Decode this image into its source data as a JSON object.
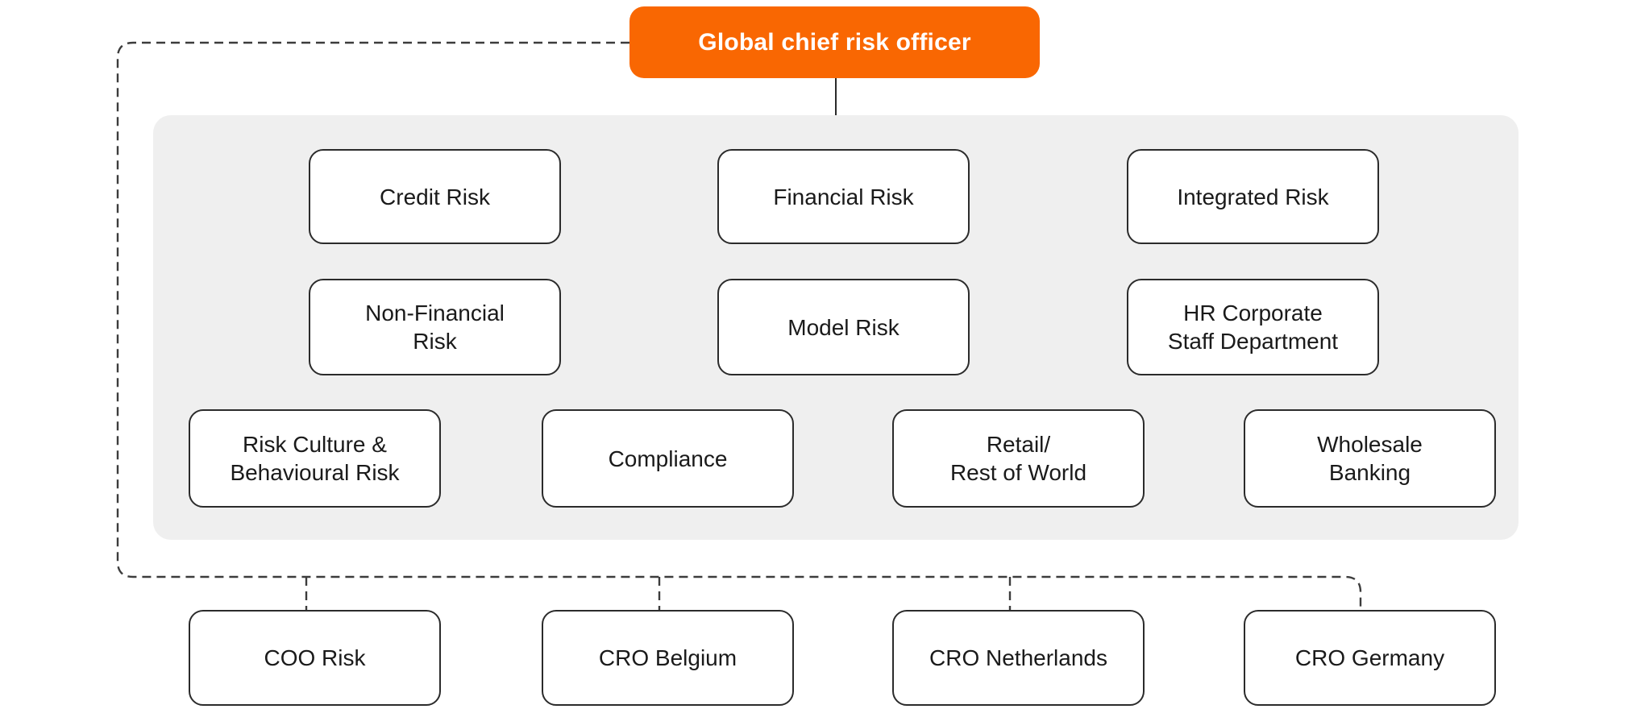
{
  "root": {
    "label": "Global chief risk officer"
  },
  "grid": {
    "row1": {
      "c1": "Credit Risk",
      "c2": "Financial Risk",
      "c3": "Integrated Risk"
    },
    "row2": {
      "c1": "Non-Financial\nRisk",
      "c2": "Model Risk",
      "c3": "HR Corporate\nStaff Department"
    },
    "row3": {
      "c1": "Risk Culture &\nBehavioural Risk",
      "c2": "Compliance",
      "c3": "Retail/\nRest of World",
      "c4": "Wholesale\nBanking"
    }
  },
  "bottom_row": {
    "c1": "COO Risk",
    "c2": "CRO Belgium",
    "c3": "CRO Netherlands",
    "c4": "CRO Germany"
  },
  "colors": {
    "accent_orange": "#F96702",
    "panel_gray": "#EFEFEF",
    "node_border": "#2B2B2B",
    "text_dark": "#1A1A1A",
    "connector": "#3C3C3C"
  }
}
